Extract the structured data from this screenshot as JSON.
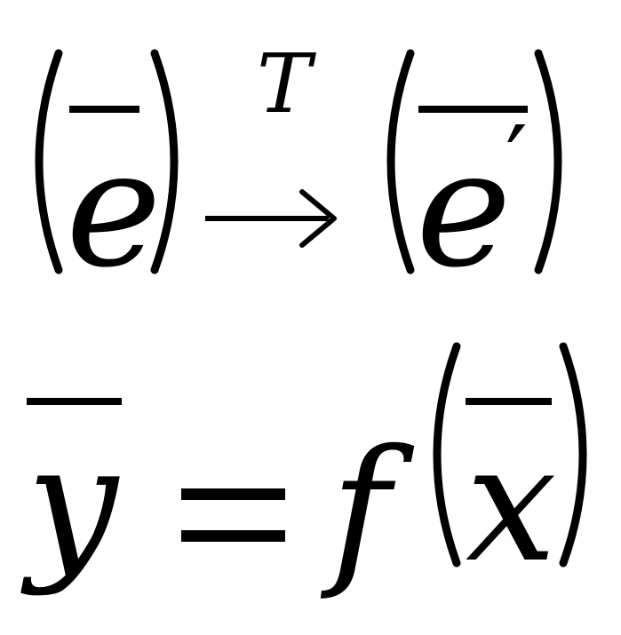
{
  "formula": {
    "line1": {
      "left_var": "e",
      "arrow_label": "T",
      "right_var": "e",
      "prime": "′"
    },
    "line2": {
      "lhs_var": "y",
      "function_name": "f",
      "arg_var": "x"
    }
  }
}
